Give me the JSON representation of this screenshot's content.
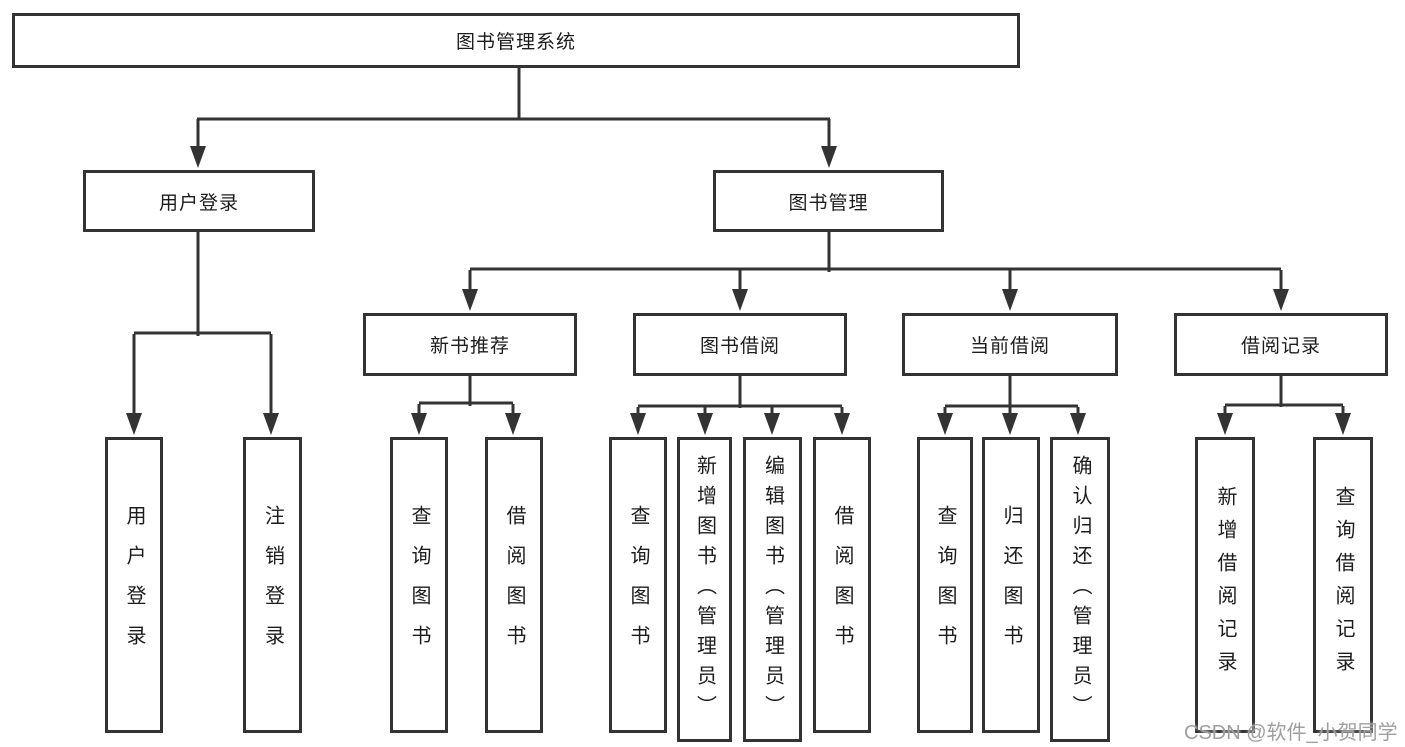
{
  "diagram": {
    "title": "图书管理系统",
    "level2": {
      "user_login": "用户登录",
      "book_management": "图书管理"
    },
    "level3": {
      "new_book_recommend": "新书推荐",
      "book_borrowing": "图书借阅",
      "current_borrowing": "当前借阅",
      "borrowing_records": "借阅记录"
    },
    "leaves": {
      "user_login": "用户登录",
      "logout": "注销登录",
      "query_books_a": "查询图书",
      "borrow_books_a": "借阅图书",
      "query_books_b": "查询图书",
      "add_books_admin": "新增图书（管理员）",
      "edit_books_admin": "编辑图书（管理员）",
      "borrow_books_b": "借阅图书",
      "query_books_c": "查询图书",
      "return_books": "归还图书",
      "confirm_return_admin": "确认归还（管理员）",
      "add_borrow_record": "新增借阅记录",
      "query_borrow_record": "查询借阅记录"
    },
    "watermark": "CSDN @软件_小贺同学",
    "colors": {
      "line": "#333333",
      "text": "#1c1c1c",
      "watermark": "#9f9f9f",
      "box_background": "#ffffff"
    }
  }
}
